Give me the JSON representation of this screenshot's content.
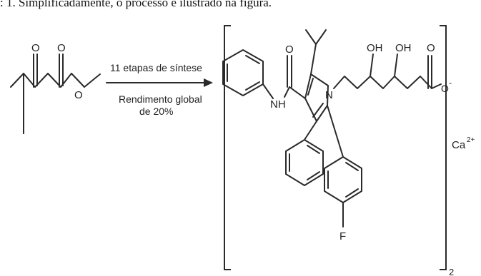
{
  "caption": ": 1. Simplificadamente, o processo é ilustrado na figura.",
  "arrow": {
    "label_top": "11 etapas de síntese",
    "label_bottom_1": "Rendimento global",
    "label_bottom_2": "de 20%"
  },
  "reactant": {
    "atoms": {
      "o_keto": "O",
      "o_ester_carbonyl": "O",
      "o_ester": "O"
    }
  },
  "product": {
    "atoms": {
      "o_amide": "O",
      "nh": "NH",
      "n_ring": "N",
      "oh_1": "OH",
      "oh_2": "OH",
      "o_carboxyl": "O",
      "o_minus": "O",
      "minus_charge": "-",
      "fluorine": "F"
    },
    "counter_ion": "Ca",
    "counter_ion_charge": "2+",
    "bracket_subscript": "2"
  }
}
